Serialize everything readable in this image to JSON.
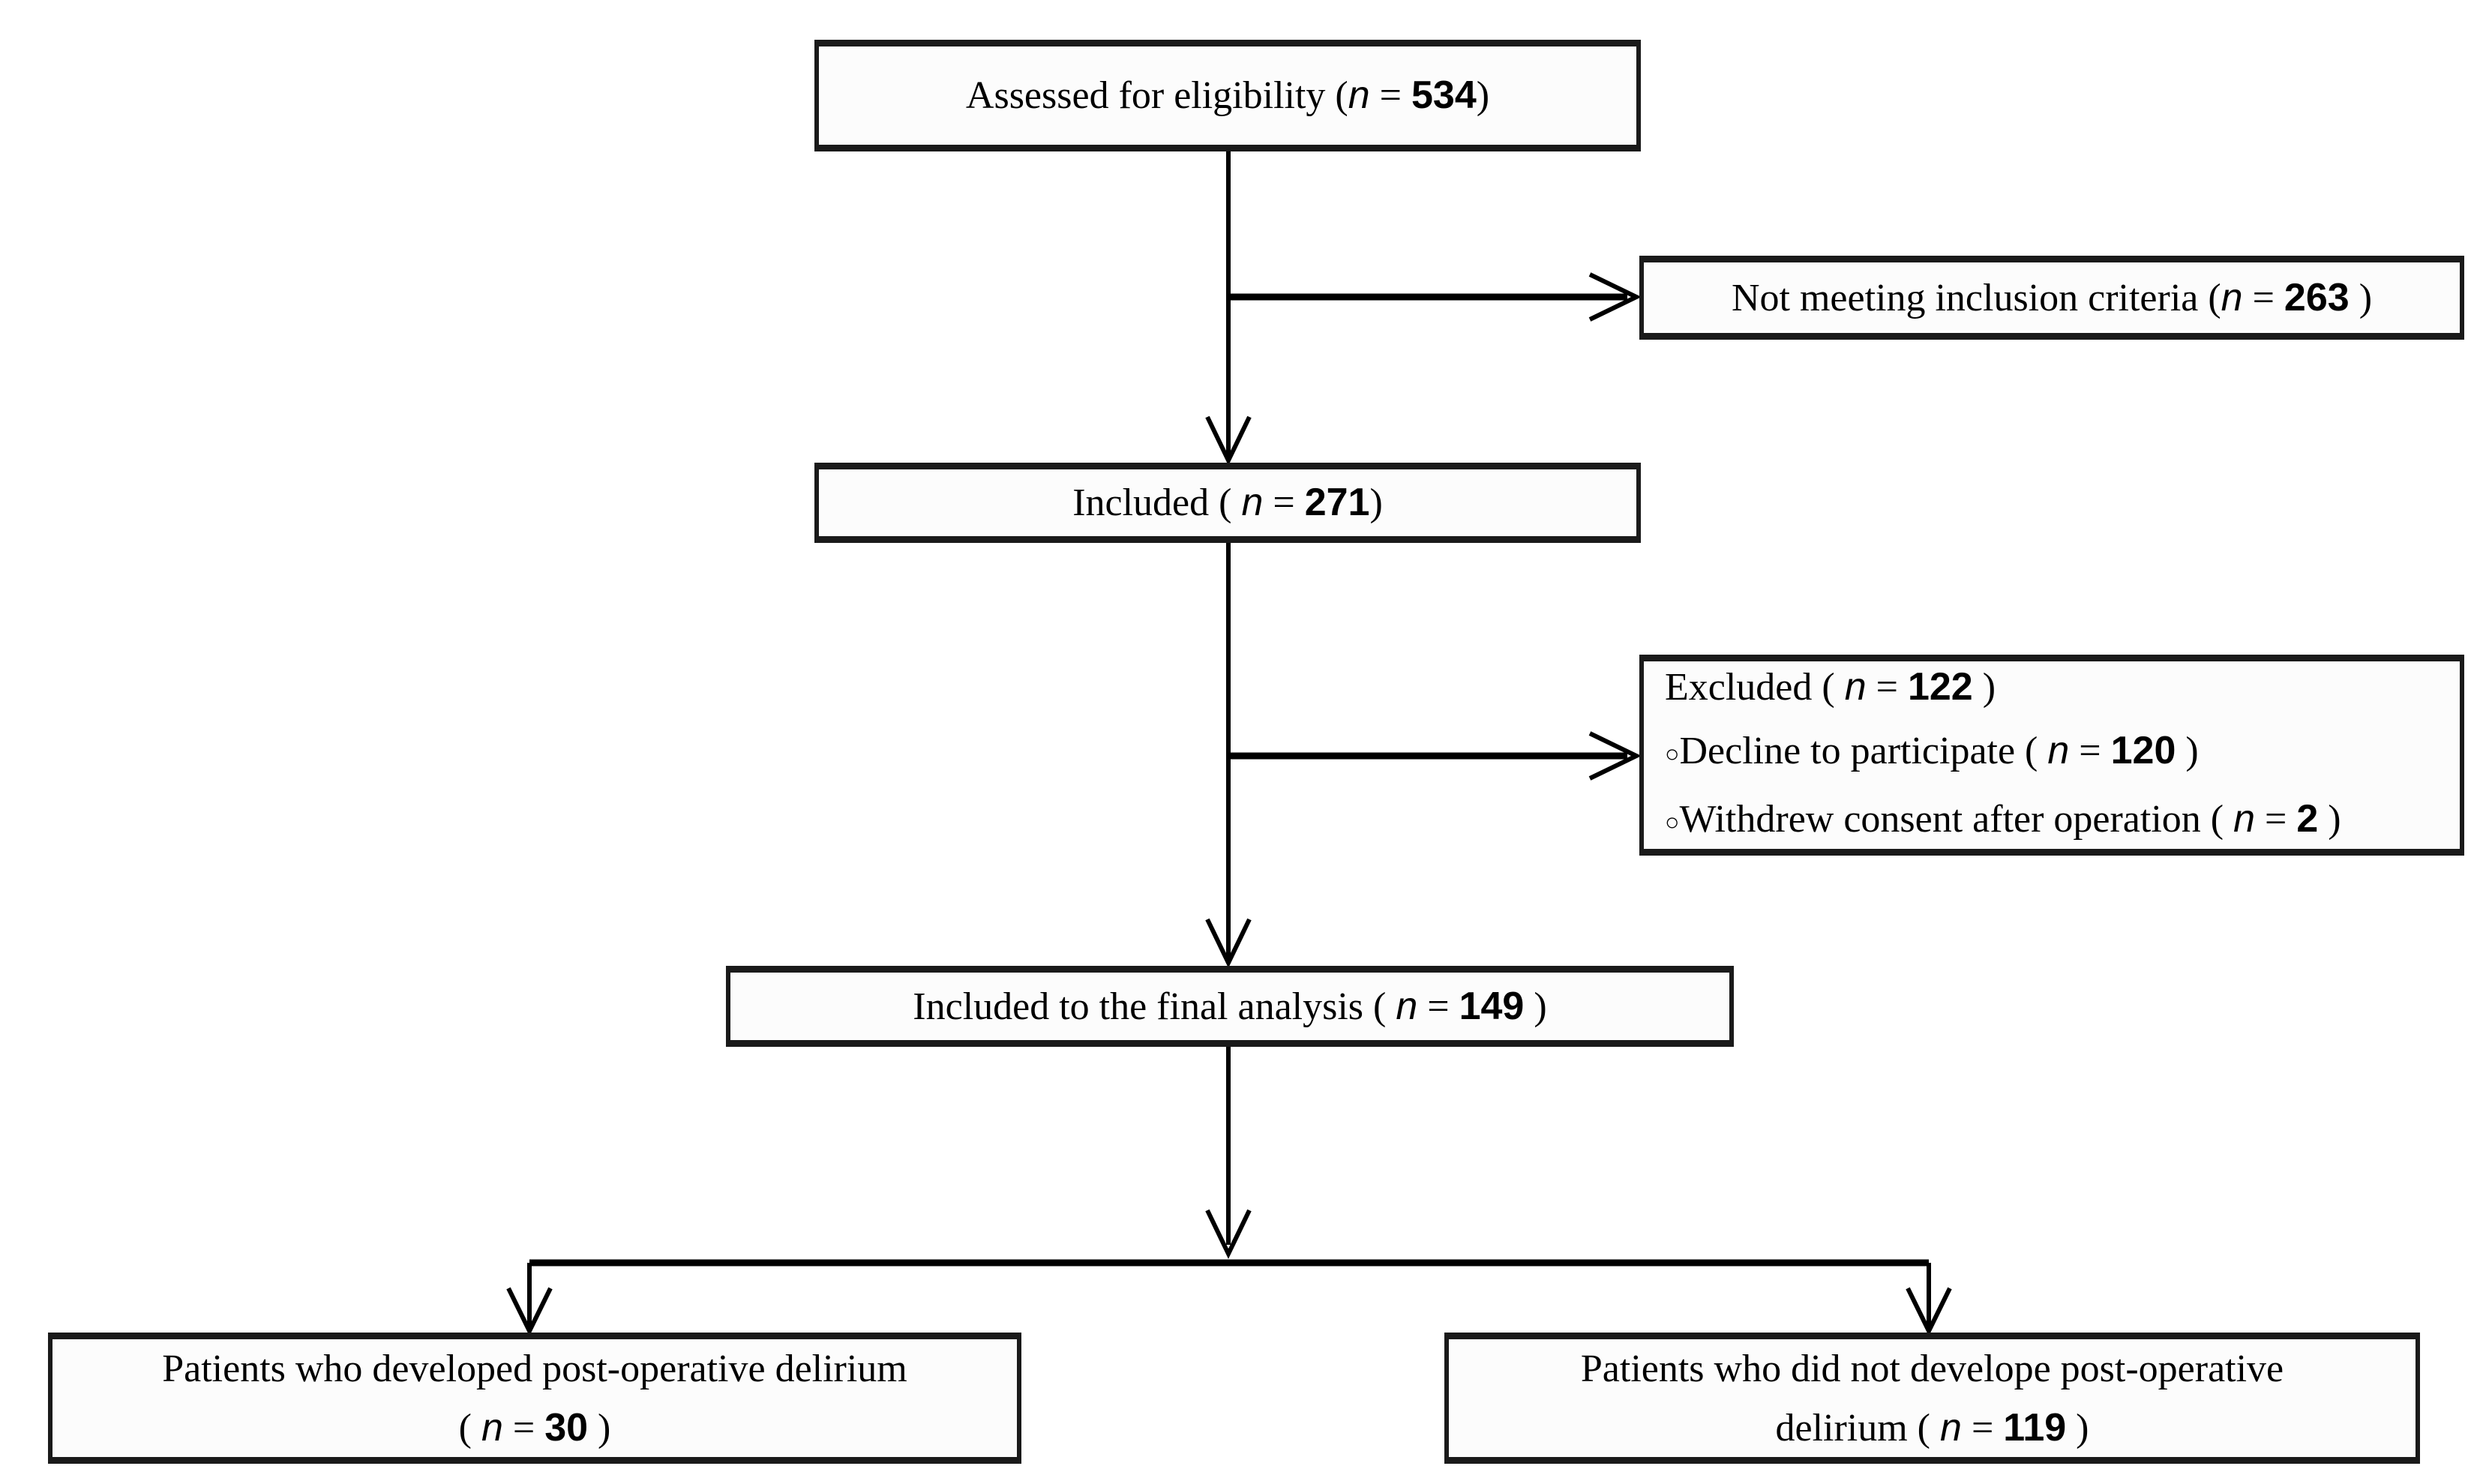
{
  "colors": {
    "background": "#ffffff",
    "box_border": "#1a1a1a",
    "box_fill": "#fcfcfc",
    "line": "#000000",
    "text": "#000000"
  },
  "nodes": {
    "assessed": {
      "prefix": "Assessed for eligibility (",
      "n": "n",
      "eq": " = ",
      "value": "534",
      "suffix": ")"
    },
    "not_meeting": {
      "prefix": "Not meeting inclusion criteria (",
      "n": "n",
      "eq": " = ",
      "value": "263",
      "suffix": " )"
    },
    "included": {
      "prefix": "Included ( ",
      "n": "n",
      "eq": " = ",
      "value": "271",
      "suffix": ")"
    },
    "excluded": {
      "header": {
        "prefix": "Excluded ( ",
        "n": "n",
        "eq": " = ",
        "value": "122",
        "suffix": " )"
      },
      "reason1": {
        "bullet": "○",
        "prefix": "Decline to participate ( ",
        "n": "n",
        "eq": " = ",
        "value": "120",
        "suffix": " )"
      },
      "reason2": {
        "bullet": "○",
        "prefix": "Withdrew consent after operation ( ",
        "n": "n",
        "eq": " = ",
        "value": "2",
        "suffix": " )"
      }
    },
    "final_analysis": {
      "prefix": "Included to the final analysis ( ",
      "n": "n",
      "eq": " = ",
      "value": "149",
      "suffix": " )"
    },
    "delirium": {
      "line1": "Patients who developed post-operative delirium",
      "prefix": "( ",
      "n": "n",
      "eq": " = ",
      "value": "30",
      "suffix": " )"
    },
    "no_delirium": {
      "line1": "Patients who did not develope post-operative",
      "prefix": "delirium ( ",
      "n": "n",
      "eq": " = ",
      "value": "119",
      "suffix": " )"
    }
  }
}
